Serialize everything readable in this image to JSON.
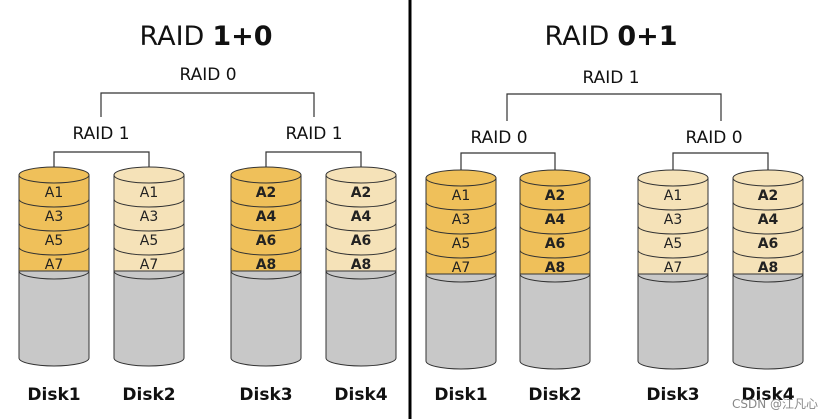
{
  "colors": {
    "strong_fill": "#efc05a",
    "light_fill": "#f5e2b8",
    "base_fill": "#c8c8c8",
    "outline": "#333333",
    "divider": "#000000"
  },
  "panels": [
    {
      "title_prefix": "RAID",
      "title_suffix": "1+0",
      "top_label": "RAID 0",
      "group_labels": [
        "RAID 1",
        "RAID 1"
      ],
      "disks": [
        {
          "name": "Disk1",
          "fill": "strong",
          "blocks": [
            "A1",
            "A3",
            "A5",
            "A7"
          ],
          "bold": false
        },
        {
          "name": "Disk2",
          "fill": "light",
          "blocks": [
            "A1",
            "A3",
            "A5",
            "A7"
          ],
          "bold": false
        },
        {
          "name": "Disk3",
          "fill": "strong",
          "blocks": [
            "A2",
            "A4",
            "A6",
            "A8"
          ],
          "bold": true
        },
        {
          "name": "Disk4",
          "fill": "light",
          "blocks": [
            "A2",
            "A4",
            "A6",
            "A8"
          ],
          "bold": true
        }
      ]
    },
    {
      "title_prefix": "RAID",
      "title_suffix": "0+1",
      "top_label": "RAID 1",
      "group_labels": [
        "RAID 0",
        "RAID 0"
      ],
      "disks": [
        {
          "name": "Disk1",
          "fill": "strong",
          "blocks": [
            "A1",
            "A3",
            "A5",
            "A7"
          ],
          "bold": false
        },
        {
          "name": "Disk2",
          "fill": "strong",
          "blocks": [
            "A2",
            "A4",
            "A6",
            "A8"
          ],
          "bold": true
        },
        {
          "name": "Disk3",
          "fill": "light",
          "blocks": [
            "A1",
            "A3",
            "A5",
            "A7"
          ],
          "bold": false
        },
        {
          "name": "Disk4",
          "fill": "light",
          "blocks": [
            "A2",
            "A4",
            "A6",
            "A8"
          ],
          "bold": true
        }
      ]
    }
  ],
  "watermark": "CSDN @江凡心"
}
